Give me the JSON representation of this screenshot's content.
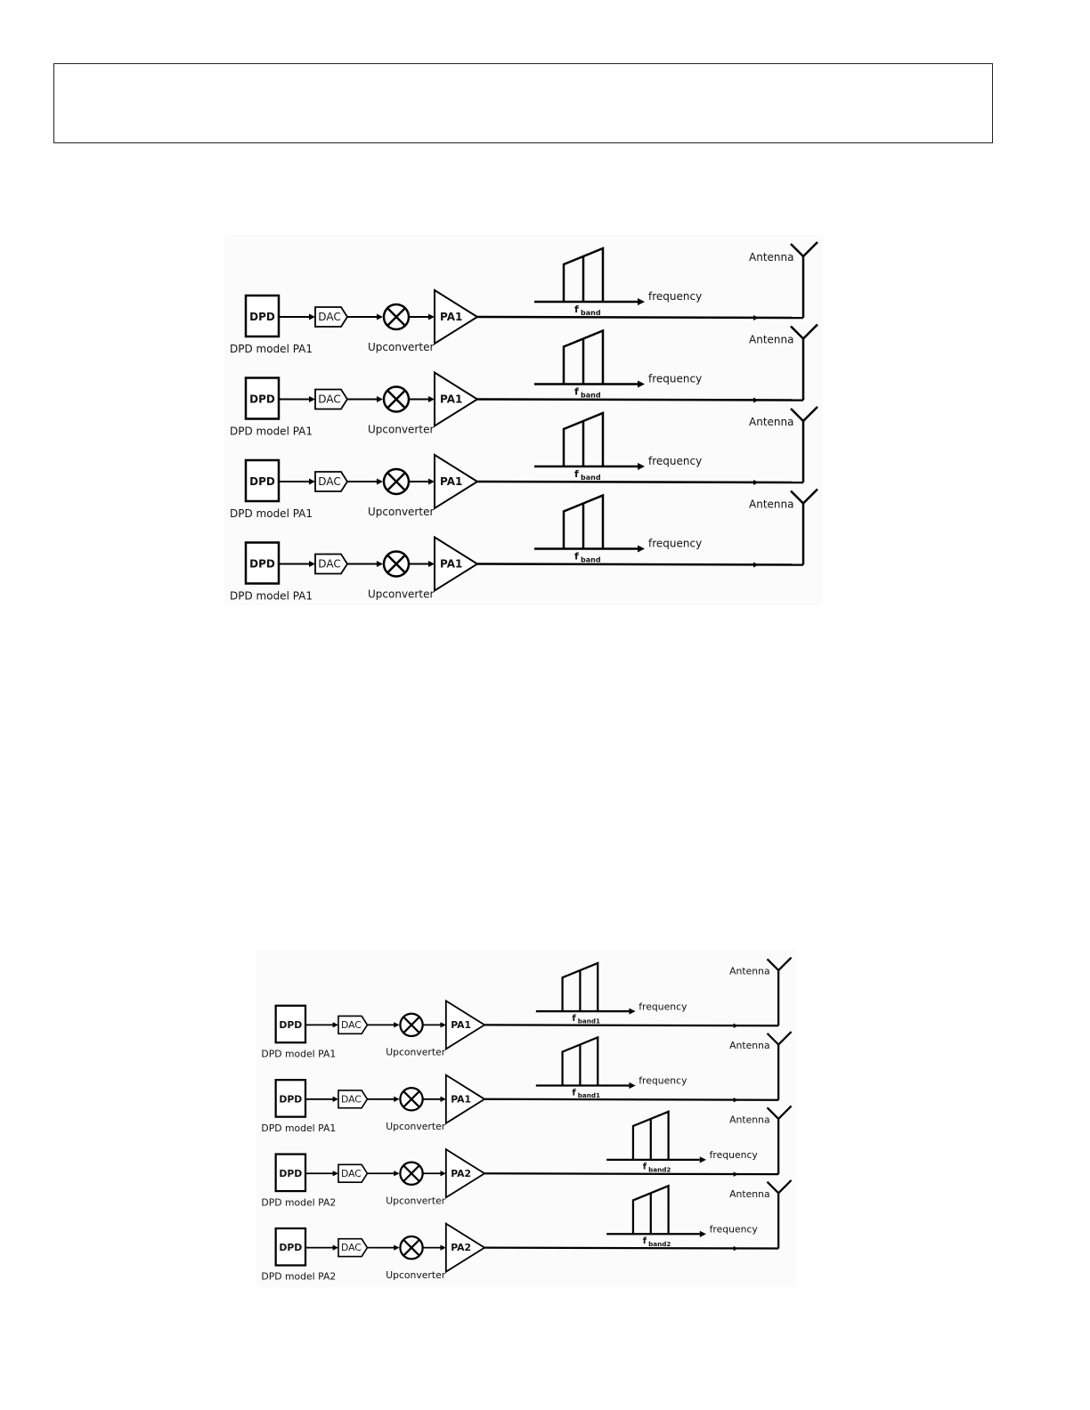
{
  "diagram_1": {
    "chains": [
      {
        "dpd": "DPD",
        "dpd_model": "DPD model PA1",
        "dac": "DAC",
        "upconverter": "Upconverter",
        "pa": "PA1",
        "band_f": "f",
        "band_sub": "band",
        "axis": "frequency",
        "antenna": "Antenna",
        "spectrum_offset": 0
      },
      {
        "dpd": "DPD",
        "dpd_model": "DPD model PA1",
        "dac": "DAC",
        "upconverter": "Upconverter",
        "pa": "PA1",
        "band_f": "f",
        "band_sub": "band",
        "axis": "frequency",
        "antenna": "Antenna",
        "spectrum_offset": 0
      },
      {
        "dpd": "DPD",
        "dpd_model": "DPD model PA1",
        "dac": "DAC",
        "upconverter": "Upconverter",
        "pa": "PA1",
        "band_f": "f",
        "band_sub": "band",
        "axis": "frequency",
        "antenna": "Antenna",
        "spectrum_offset": 0
      },
      {
        "dpd": "DPD",
        "dpd_model": "DPD model PA1",
        "dac": "DAC",
        "upconverter": "Upconverter",
        "pa": "PA1",
        "band_f": "f",
        "band_sub": "band",
        "axis": "frequency",
        "antenna": "Antenna",
        "spectrum_offset": 0
      }
    ]
  },
  "diagram_2": {
    "chains": [
      {
        "dpd": "DPD",
        "dpd_model": "DPD model PA1",
        "dac": "DAC",
        "upconverter": "Upconverter",
        "pa": "PA1",
        "band_f": "f",
        "band_sub": "band1",
        "axis": "frequency",
        "antenna": "Antenna",
        "spectrum_offset": 0
      },
      {
        "dpd": "DPD",
        "dpd_model": "DPD model PA1",
        "dac": "DAC",
        "upconverter": "Upconverter",
        "pa": "PA1",
        "band_f": "f",
        "band_sub": "band1",
        "axis": "frequency",
        "antenna": "Antenna",
        "spectrum_offset": 0
      },
      {
        "dpd": "DPD",
        "dpd_model": "DPD model PA2",
        "dac": "DAC",
        "upconverter": "Upconverter",
        "pa": "PA2",
        "band_f": "f",
        "band_sub": "band2",
        "axis": "frequency",
        "antenna": "Antenna",
        "spectrum_offset": 1
      },
      {
        "dpd": "DPD",
        "dpd_model": "DPD model PA2",
        "dac": "DAC",
        "upconverter": "Upconverter",
        "pa": "PA2",
        "band_f": "f",
        "band_sub": "band2",
        "axis": "frequency",
        "antenna": "Antenna",
        "spectrum_offset": 1
      }
    ]
  }
}
